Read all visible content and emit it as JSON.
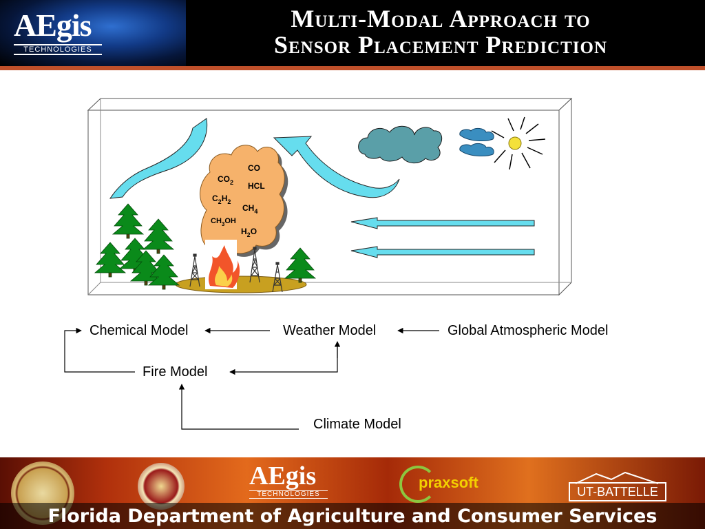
{
  "header": {
    "logo_text": "AEgis",
    "logo_subtext": "TECHNOLOGIES",
    "title_line1": "Multi-Modal Approach to",
    "title_line2": "Sensor Placement Prediction"
  },
  "scene": {
    "molecules": {
      "co": "CO",
      "co2": "CO",
      "co2_sub": "2",
      "hcl": "HCL",
      "c2h2_a": "C",
      "c2h2_sub1": "2",
      "c2h2_b": "H",
      "c2h2_sub2": "2",
      "ch4": "CH",
      "ch4_sub": "4",
      "ch3oh_a": "CH",
      "ch3oh_sub": "3",
      "ch3oh_b": "OH",
      "h2o_a": "H",
      "h2o_sub": "2",
      "h2o_b": "O"
    },
    "colors": {
      "arrow_fill": "#66ddee",
      "smoke_fill": "#f6b26b",
      "tree_fill": "#0a8a1a",
      "cloud_fill": "#5a9fa8",
      "sun_fill": "#f4e13a",
      "ground_fill": "#c8a020"
    }
  },
  "flow": {
    "chemical_model": "Chemical Model",
    "weather_model": "Weather Model",
    "global_atmospheric_model": "Global Atmospheric Model",
    "fire_model": "Fire Model",
    "climate_model": "Climate Model"
  },
  "footer": {
    "aegis_logo": "AEgis",
    "aegis_sub": "TECHNOLOGIES",
    "praxsoft": "praxsoft",
    "ut_battelle": "UT-BATTELLE",
    "department": "Florida Department of Agriculture and Consumer Services"
  }
}
